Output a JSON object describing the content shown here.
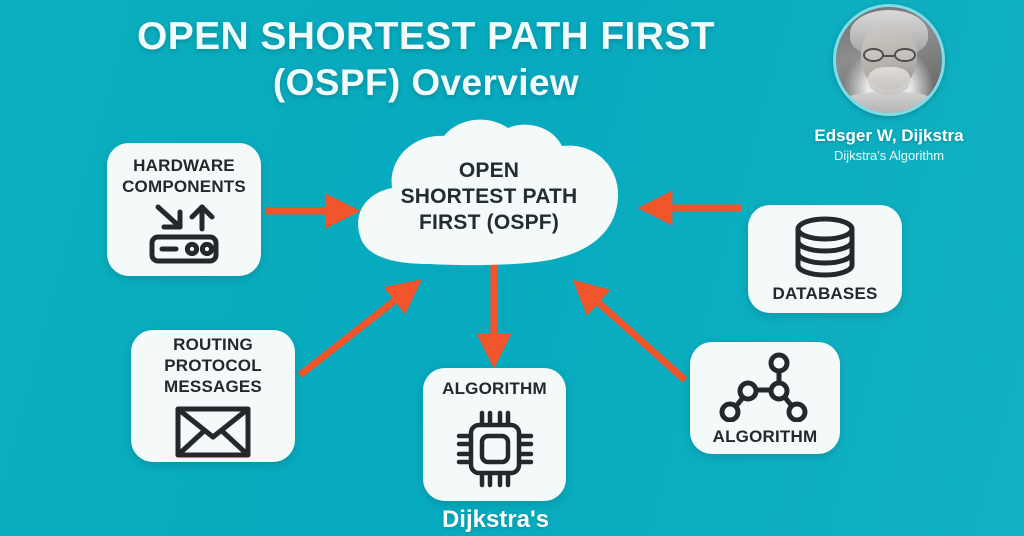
{
  "background_color": "#0BADBE",
  "accent_color": "#F0552B",
  "card_color": "#F4F9F9",
  "text_dark": "#23292B",
  "header": {
    "title_line1": "OPEN SHORTEST PATH FIRST",
    "title_line2": "(OSPF) Overview"
  },
  "portrait": {
    "name": "Edsger W, Dijkstra",
    "subtitle": "Dijkstra's Algorithm",
    "icon": "portrait-photo"
  },
  "center": {
    "icon": "cloud-shape",
    "label_line1": "OPEN",
    "label_line2": "SHORTEST PATH",
    "label_line3": "FIRST (OSPF)"
  },
  "nodes": [
    {
      "id": "hardware",
      "label_line1": "HARDWARE",
      "label_line2": "COMPONENTS",
      "icon": "router-icon"
    },
    {
      "id": "routing",
      "label_line1": "ROUTING",
      "label_line2": "PROTOCOL",
      "label_line3": "MESSAGES",
      "icon": "envelope-icon"
    },
    {
      "id": "databases",
      "label_line1": "DATABASES",
      "icon": "database-cylinder-icon"
    },
    {
      "id": "graph",
      "label_line1": "ALGORITHM",
      "icon": "network-graph-icon"
    },
    {
      "id": "algorithm",
      "label_line1": "ALGORITHM",
      "icon": "cpu-chip-icon"
    }
  ],
  "arrows": [
    {
      "id": "hardware-to-cloud",
      "direction": "right"
    },
    {
      "id": "databases-to-cloud",
      "direction": "left"
    },
    {
      "id": "routing-to-cloud",
      "direction": "up-right"
    },
    {
      "id": "graph-to-cloud",
      "direction": "up-left"
    },
    {
      "id": "cloud-to-algorithm",
      "direction": "down"
    }
  ],
  "caption": {
    "line1": "Dijkstra's"
  }
}
